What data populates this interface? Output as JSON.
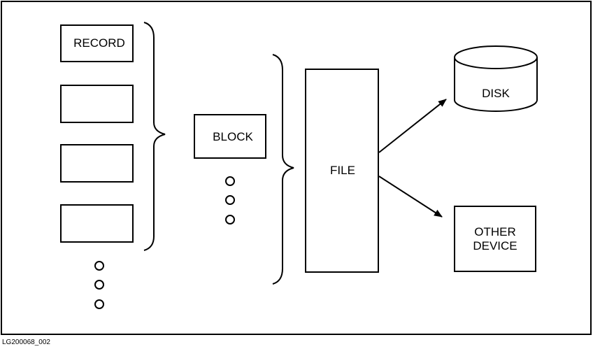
{
  "diagram": {
    "record_label": "RECORD",
    "block_label": "BLOCK",
    "file_label": "FILE",
    "disk_label": "DISK",
    "other_device_line1": "OTHER",
    "other_device_line2": "DEVICE",
    "caption": "LG200068_002"
  }
}
